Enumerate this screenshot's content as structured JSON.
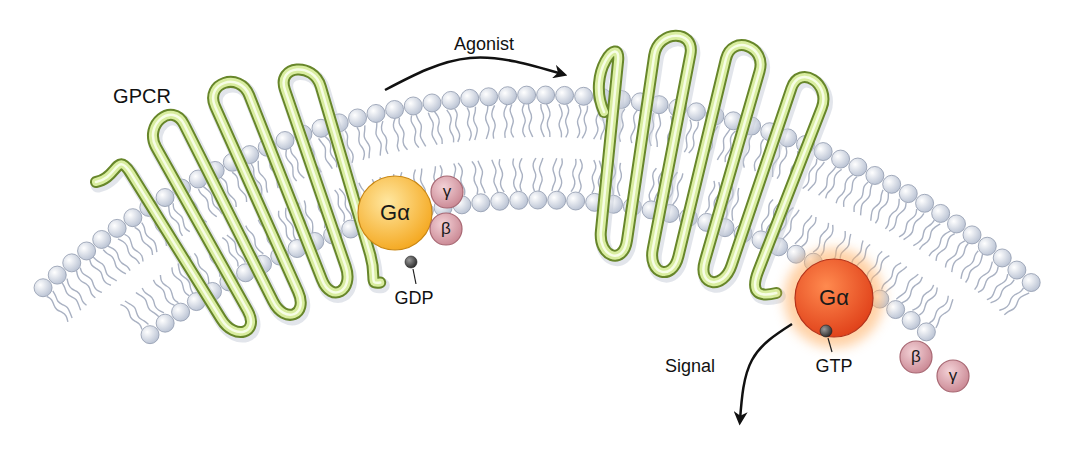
{
  "diagram": {
    "nodes": [
      {
        "text": [
          "Gα"
        ]
      },
      {
        "text": [
          "γ"
        ]
      },
      {
        "text": [
          "β"
        ]
      },
      {
        "text": [
          "Gα"
        ]
      },
      {
        "text": [
          "β"
        ]
      },
      {
        "text": [
          "γ"
        ]
      }
    ],
    "labels": [
      "GPCR",
      "Agonist",
      "GDP",
      "Signal",
      "GTP"
    ]
  }
}
